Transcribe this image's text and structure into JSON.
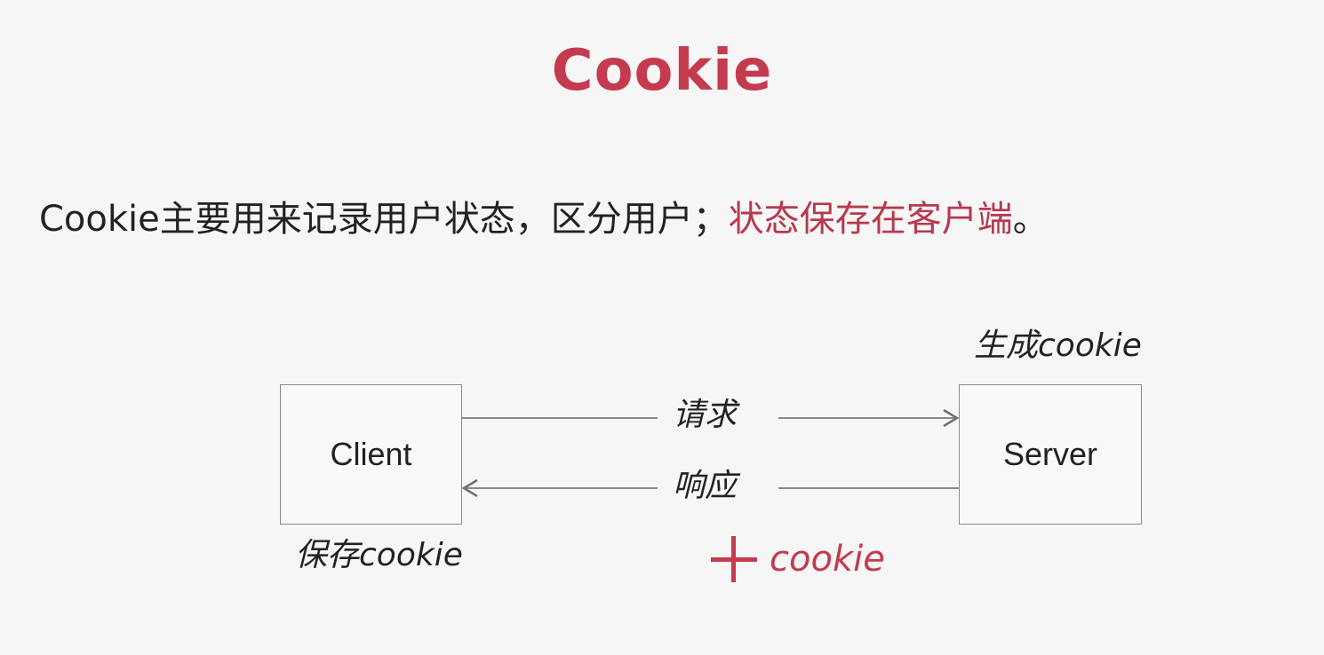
{
  "title": "Cookie",
  "statement": {
    "main": "Cookie主要用来记录用户状态，区分用户；",
    "highlight": "状态保存在客户端",
    "end": "。"
  },
  "diagram": {
    "client_label": "Client",
    "server_label": "Server",
    "request_label": "请求",
    "response_label": "响应",
    "server_note": "生成cookie",
    "client_note": "保存cookie",
    "response_extra": "cookie"
  },
  "colors": {
    "accent": "#c43a4f",
    "text": "#222222",
    "line": "#8a8a8a",
    "background": "#f6f6f6"
  }
}
